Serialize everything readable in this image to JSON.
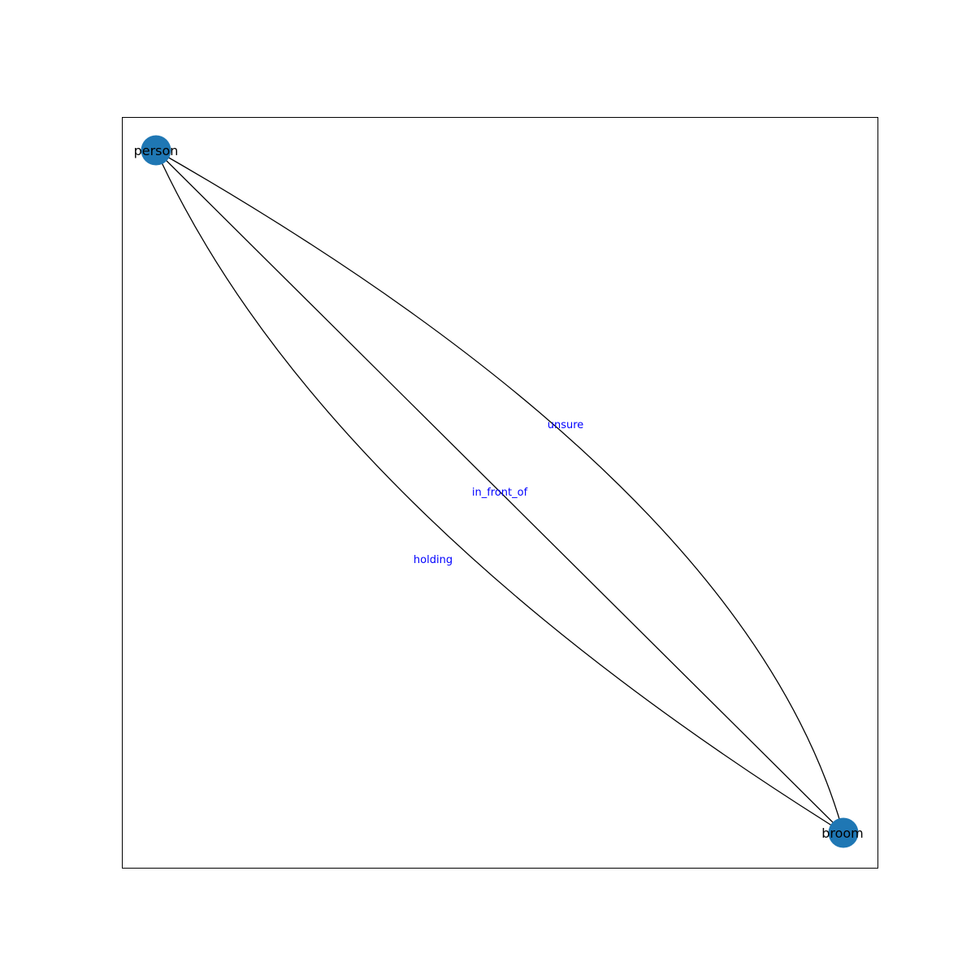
{
  "graph": {
    "nodes": [
      {
        "id": "person",
        "label": "person"
      },
      {
        "id": "broom",
        "label": "broom"
      }
    ],
    "edges": [
      {
        "source": "person",
        "target": "broom",
        "label": "unsure"
      },
      {
        "source": "person",
        "target": "broom",
        "label": "in_front_of"
      },
      {
        "source": "person",
        "target": "broom",
        "label": "holding"
      }
    ],
    "colors": {
      "node": "#1f77b4",
      "edge": "#000000",
      "edge_label": "#0000ff",
      "node_label": "#000000"
    }
  }
}
